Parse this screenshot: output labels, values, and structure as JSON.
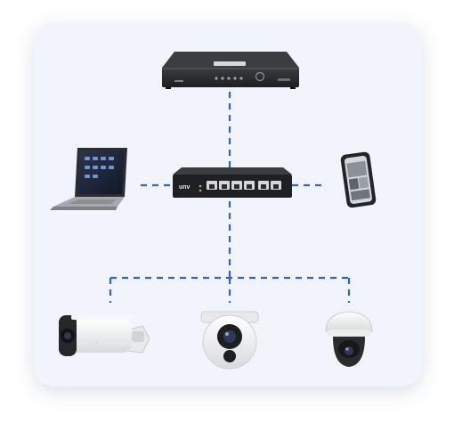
{
  "diagram": {
    "switch_brand": "unv",
    "colors": {
      "card_background": "#f1f5fb",
      "link_line": "#2f62d8",
      "device_dark": "#1e1f22",
      "camera_white": "#f4f4f4"
    },
    "nodes": [
      {
        "id": "nvr",
        "icon": "nvr-recorder-icon"
      },
      {
        "id": "switch",
        "icon": "poe-switch-icon"
      },
      {
        "id": "laptop",
        "icon": "laptop-icon"
      },
      {
        "id": "phone",
        "icon": "smartphone-icon"
      },
      {
        "id": "bullet_camera",
        "icon": "bullet-camera-icon"
      },
      {
        "id": "turret_camera",
        "icon": "turret-camera-icon"
      },
      {
        "id": "dome_camera",
        "icon": "dome-camera-icon"
      }
    ],
    "links": [
      {
        "from": "nvr",
        "to": "switch"
      },
      {
        "from": "laptop",
        "to": "switch"
      },
      {
        "from": "switch",
        "to": "phone"
      },
      {
        "from": "switch",
        "to": "bullet_camera"
      },
      {
        "from": "switch",
        "to": "turret_camera"
      },
      {
        "from": "switch",
        "to": "dome_camera"
      }
    ]
  }
}
